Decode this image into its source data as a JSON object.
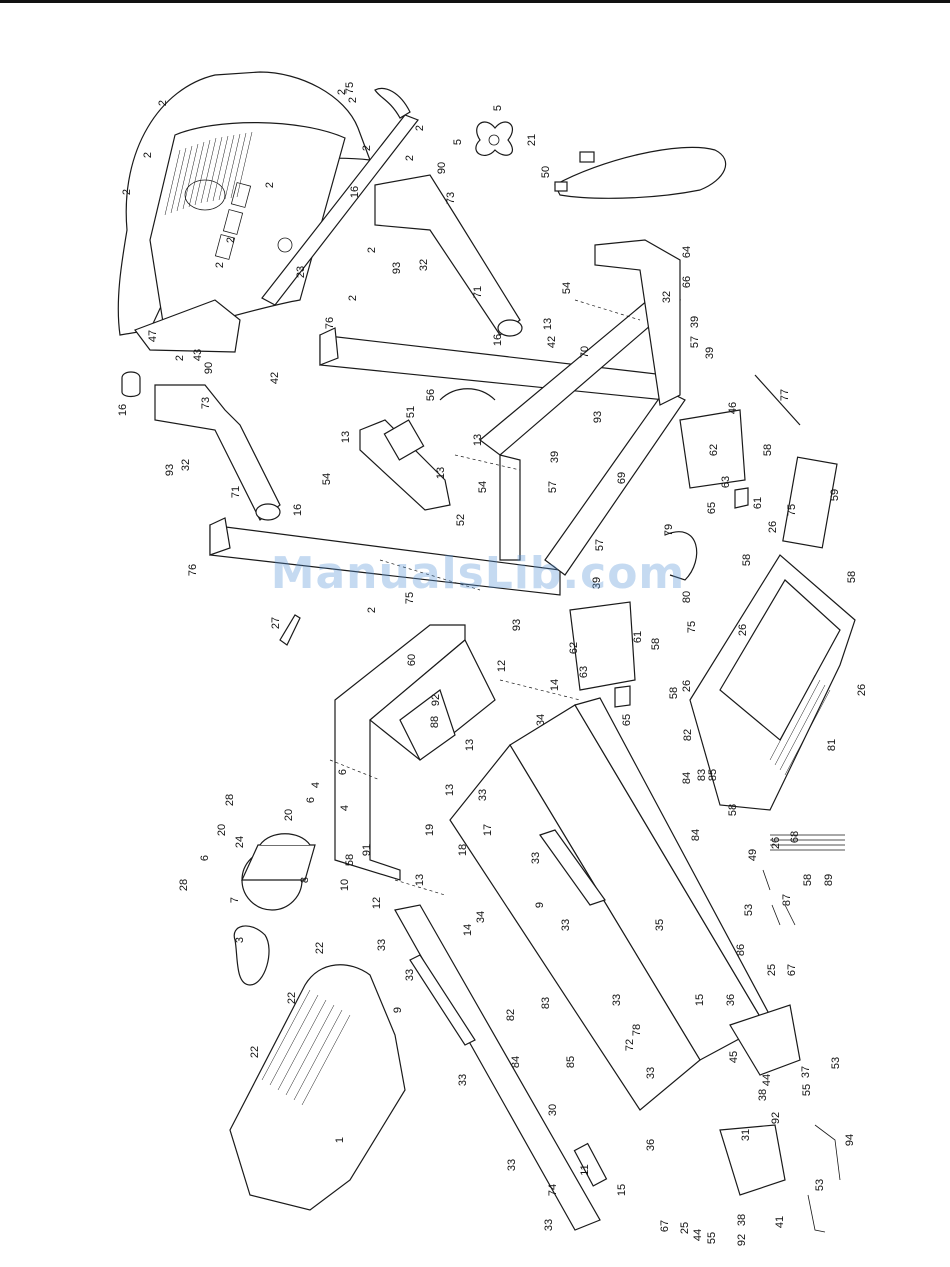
{
  "watermark": "ManualsLib.com",
  "accent_color": "#5a96d7",
  "callouts": [
    {
      "id": "c-1",
      "label": "1"
    },
    {
      "id": "c-2a",
      "label": "2"
    },
    {
      "id": "c-2b",
      "label": "2"
    },
    {
      "id": "c-2c",
      "label": "2"
    },
    {
      "id": "c-2d",
      "label": "2"
    },
    {
      "id": "c-2e",
      "label": "2"
    },
    {
      "id": "c-2f",
      "label": "2"
    },
    {
      "id": "c-2g",
      "label": "2"
    },
    {
      "id": "c-2h",
      "label": "2"
    },
    {
      "id": "c-2i",
      "label": "2"
    },
    {
      "id": "c-2j",
      "label": "2"
    },
    {
      "id": "c-2k",
      "label": "2"
    },
    {
      "id": "c-2l",
      "label": "2"
    },
    {
      "id": "c-2m",
      "label": "2"
    },
    {
      "id": "c-2n",
      "label": "2"
    },
    {
      "id": "c-2o",
      "label": "2"
    },
    {
      "id": "c-3",
      "label": "3"
    },
    {
      "id": "c-4a",
      "label": "4"
    },
    {
      "id": "c-4b",
      "label": "4"
    },
    {
      "id": "c-5a",
      "label": "5"
    },
    {
      "id": "c-5b",
      "label": "5"
    },
    {
      "id": "c-6a",
      "label": "6"
    },
    {
      "id": "c-6b",
      "label": "6"
    },
    {
      "id": "c-6c",
      "label": "6"
    },
    {
      "id": "c-7",
      "label": "7"
    },
    {
      "id": "c-8",
      "label": "8"
    },
    {
      "id": "c-9a",
      "label": "9"
    },
    {
      "id": "c-9b",
      "label": "9"
    },
    {
      "id": "c-10",
      "label": "10"
    },
    {
      "id": "c-11",
      "label": "11"
    },
    {
      "id": "c-12a",
      "label": "12"
    },
    {
      "id": "c-12b",
      "label": "12"
    },
    {
      "id": "c-13a",
      "label": "13"
    },
    {
      "id": "c-13b",
      "label": "13"
    },
    {
      "id": "c-13c",
      "label": "13"
    },
    {
      "id": "c-13d",
      "label": "13"
    },
    {
      "id": "c-13e",
      "label": "13"
    },
    {
      "id": "c-13f",
      "label": "13"
    },
    {
      "id": "c-13g",
      "label": "13"
    },
    {
      "id": "c-14a",
      "label": "14"
    },
    {
      "id": "c-14b",
      "label": "14"
    },
    {
      "id": "c-15a",
      "label": "15"
    },
    {
      "id": "c-15b",
      "label": "15"
    },
    {
      "id": "c-16a",
      "label": "16"
    },
    {
      "id": "c-16b",
      "label": "16"
    },
    {
      "id": "c-16c",
      "label": "16"
    },
    {
      "id": "c-16d",
      "label": "16"
    },
    {
      "id": "c-17",
      "label": "17"
    },
    {
      "id": "c-18",
      "label": "18"
    },
    {
      "id": "c-19",
      "label": "19"
    },
    {
      "id": "c-20a",
      "label": "20"
    },
    {
      "id": "c-20b",
      "label": "20"
    },
    {
      "id": "c-21",
      "label": "21"
    },
    {
      "id": "c-22a",
      "label": "22"
    },
    {
      "id": "c-22b",
      "label": "22"
    },
    {
      "id": "c-22c",
      "label": "22"
    },
    {
      "id": "c-23",
      "label": "23"
    },
    {
      "id": "c-24",
      "label": "24"
    },
    {
      "id": "c-25a",
      "label": "25"
    },
    {
      "id": "c-25b",
      "label": "25"
    },
    {
      "id": "c-26a",
      "label": "26"
    },
    {
      "id": "c-26b",
      "label": "26"
    },
    {
      "id": "c-26c",
      "label": "26"
    },
    {
      "id": "c-26d",
      "label": "26"
    },
    {
      "id": "c-26e",
      "label": "26"
    },
    {
      "id": "c-27",
      "label": "27"
    },
    {
      "id": "c-28a",
      "label": "28"
    },
    {
      "id": "c-28b",
      "label": "28"
    },
    {
      "id": "c-30",
      "label": "30"
    },
    {
      "id": "c-31",
      "label": "31"
    },
    {
      "id": "c-32a",
      "label": "32"
    },
    {
      "id": "c-32b",
      "label": "32"
    },
    {
      "id": "c-32c",
      "label": "32"
    },
    {
      "id": "c-33a",
      "label": "33"
    },
    {
      "id": "c-33b",
      "label": "33"
    },
    {
      "id": "c-33c",
      "label": "33"
    },
    {
      "id": "c-33d",
      "label": "33"
    },
    {
      "id": "c-33e",
      "label": "33"
    },
    {
      "id": "c-33f",
      "label": "33"
    },
    {
      "id": "c-33g",
      "label": "33"
    },
    {
      "id": "c-33h",
      "label": "33"
    },
    {
      "id": "c-33i",
      "label": "33"
    },
    {
      "id": "c-33j",
      "label": "33"
    },
    {
      "id": "c-34a",
      "label": "34"
    },
    {
      "id": "c-34b",
      "label": "34"
    },
    {
      "id": "c-35",
      "label": "35"
    },
    {
      "id": "c-36a",
      "label": "36"
    },
    {
      "id": "c-36b",
      "label": "36"
    },
    {
      "id": "c-37",
      "label": "37"
    },
    {
      "id": "c-38a",
      "label": "38"
    },
    {
      "id": "c-38b",
      "label": "38"
    },
    {
      "id": "c-39a",
      "label": "39"
    },
    {
      "id": "c-39b",
      "label": "39"
    },
    {
      "id": "c-39c",
      "label": "39"
    },
    {
      "id": "c-39d",
      "label": "39"
    },
    {
      "id": "c-41",
      "label": "41"
    },
    {
      "id": "c-42a",
      "label": "42"
    },
    {
      "id": "c-42b",
      "label": "42"
    },
    {
      "id": "c-43",
      "label": "43"
    },
    {
      "id": "c-44a",
      "label": "44"
    },
    {
      "id": "c-44b",
      "label": "44"
    },
    {
      "id": "c-45",
      "label": "45"
    },
    {
      "id": "c-46",
      "label": "46"
    },
    {
      "id": "c-47",
      "label": "47"
    },
    {
      "id": "c-49",
      "label": "49"
    },
    {
      "id": "c-50",
      "label": "50"
    },
    {
      "id": "c-51",
      "label": "51"
    },
    {
      "id": "c-52",
      "label": "52"
    },
    {
      "id": "c-53a",
      "label": "53"
    },
    {
      "id": "c-53b",
      "label": "53"
    },
    {
      "id": "c-53c",
      "label": "53"
    },
    {
      "id": "c-54a",
      "label": "54"
    },
    {
      "id": "c-54b",
      "label": "54"
    },
    {
      "id": "c-54c",
      "label": "54"
    },
    {
      "id": "c-55a",
      "label": "55"
    },
    {
      "id": "c-55b",
      "label": "55"
    },
    {
      "id": "c-56",
      "label": "56"
    },
    {
      "id": "c-57a",
      "label": "57"
    },
    {
      "id": "c-57b",
      "label": "57"
    },
    {
      "id": "c-57c",
      "label": "57"
    },
    {
      "id": "c-58a",
      "label": "58"
    },
    {
      "id": "c-58b",
      "label": "58"
    },
    {
      "id": "c-58c",
      "label": "58"
    },
    {
      "id": "c-58d",
      "label": "58"
    },
    {
      "id": "c-58e",
      "label": "58"
    },
    {
      "id": "c-58f",
      "label": "58"
    },
    {
      "id": "c-58g",
      "label": "58"
    },
    {
      "id": "c-58h",
      "label": "58"
    },
    {
      "id": "c-59",
      "label": "59"
    },
    {
      "id": "c-60",
      "label": "60"
    },
    {
      "id": "c-61a",
      "label": "61"
    },
    {
      "id": "c-61b",
      "label": "61"
    },
    {
      "id": "c-62a",
      "label": "62"
    },
    {
      "id": "c-62b",
      "label": "62"
    },
    {
      "id": "c-63a",
      "label": "63"
    },
    {
      "id": "c-63b",
      "label": "63"
    },
    {
      "id": "c-64",
      "label": "64"
    },
    {
      "id": "c-65a",
      "label": "65"
    },
    {
      "id": "c-65b",
      "label": "65"
    },
    {
      "id": "c-66",
      "label": "66"
    },
    {
      "id": "c-67a",
      "label": "67"
    },
    {
      "id": "c-67b",
      "label": "67"
    },
    {
      "id": "c-68",
      "label": "68"
    },
    {
      "id": "c-69",
      "label": "69"
    },
    {
      "id": "c-70",
      "label": "70"
    },
    {
      "id": "c-71a",
      "label": "71"
    },
    {
      "id": "c-71b",
      "label": "71"
    },
    {
      "id": "c-72",
      "label": "72"
    },
    {
      "id": "c-73a",
      "label": "73"
    },
    {
      "id": "c-73b",
      "label": "73"
    },
    {
      "id": "c-74",
      "label": "74"
    },
    {
      "id": "c-75a",
      "label": "75"
    },
    {
      "id": "c-75b",
      "label": "75"
    },
    {
      "id": "c-75c",
      "label": "75"
    },
    {
      "id": "c-75d",
      "label": "75"
    },
    {
      "id": "c-76a",
      "label": "76"
    },
    {
      "id": "c-76b",
      "label": "76"
    },
    {
      "id": "c-77",
      "label": "77"
    },
    {
      "id": "c-78",
      "label": "78"
    },
    {
      "id": "c-79",
      "label": "79"
    },
    {
      "id": "c-80",
      "label": "80"
    },
    {
      "id": "c-81",
      "label": "81"
    },
    {
      "id": "c-82a",
      "label": "82"
    },
    {
      "id": "c-82b",
      "label": "82"
    },
    {
      "id": "c-83a",
      "label": "83"
    },
    {
      "id": "c-83b",
      "label": "83"
    },
    {
      "id": "c-84a",
      "label": "84"
    },
    {
      "id": "c-84b",
      "label": "84"
    },
    {
      "id": "c-84c",
      "label": "84"
    },
    {
      "id": "c-85a",
      "label": "85"
    },
    {
      "id": "c-85b",
      "label": "85"
    },
    {
      "id": "c-86",
      "label": "86"
    },
    {
      "id": "c-87",
      "label": "87"
    },
    {
      "id": "c-88",
      "label": "88"
    },
    {
      "id": "c-89",
      "label": "89"
    },
    {
      "id": "c-90a",
      "label": "90"
    },
    {
      "id": "c-90b",
      "label": "90"
    },
    {
      "id": "c-91",
      "label": "91"
    },
    {
      "id": "c-92a",
      "label": "92"
    },
    {
      "id": "c-92b",
      "label": "92"
    },
    {
      "id": "c-92c",
      "label": "92"
    },
    {
      "id": "c-93a",
      "label": "93"
    },
    {
      "id": "c-93b",
      "label": "93"
    },
    {
      "id": "c-93c",
      "label": "93"
    },
    {
      "id": "c-93d",
      "label": "93"
    },
    {
      "id": "c-94",
      "label": "94"
    }
  ]
}
